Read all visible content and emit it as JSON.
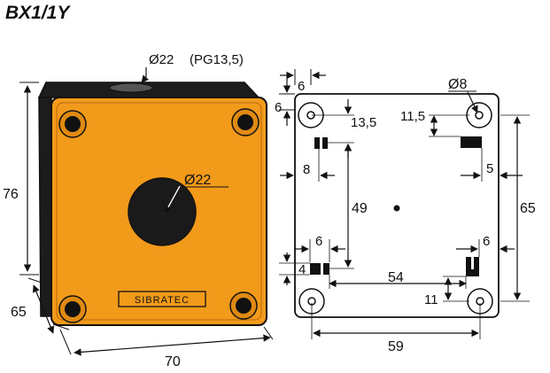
{
  "title": "BX1/1Y",
  "colors": {
    "body": "#F29A1A",
    "body_edge": "#B86A08",
    "top_shell": "#1c1c1c",
    "line": "#111111",
    "plate": "#ffffff"
  },
  "front_view": {
    "brand": "SIBRATEC",
    "cable_entry": {
      "diameter": "Ø22",
      "thread": "(PG13,5)"
    },
    "front_hole": "Ø22",
    "height": "76",
    "depth": "65",
    "width": "70"
  },
  "rear_view": {
    "mount_hole": "Ø8",
    "dims": {
      "corner_x": "6",
      "corner_y": "6",
      "offset_135": "13,5",
      "offset_115": "11,5",
      "offset_8": "8",
      "offset_5": "5",
      "height_49": "49",
      "height_65": "65",
      "bottom_6_left": "6",
      "bottom_6_right": "6",
      "offset_4": "4",
      "span_54": "54",
      "offset_11": "11",
      "span_59": "59"
    }
  }
}
